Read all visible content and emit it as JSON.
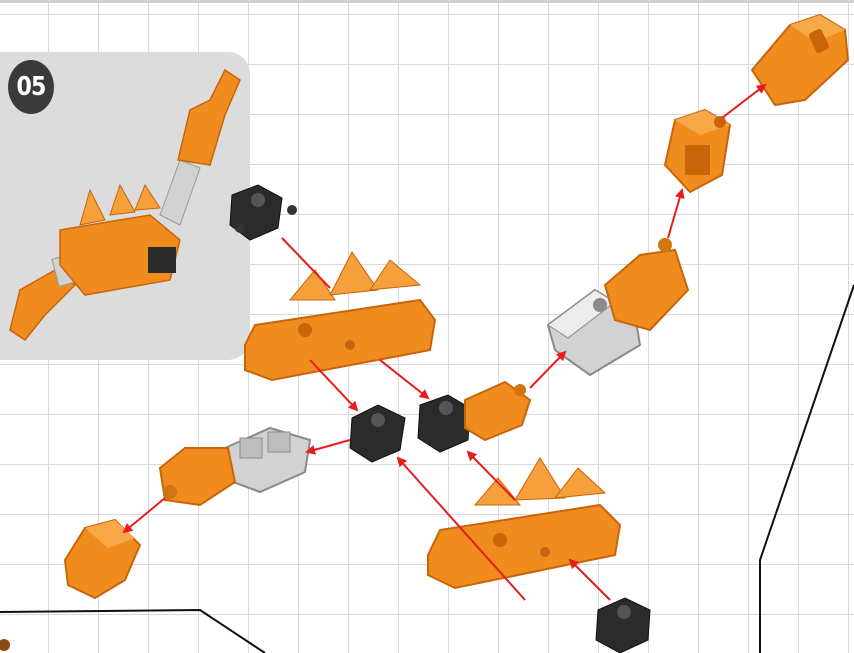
{
  "instruction": {
    "step_number": "05"
  },
  "colors": {
    "part_orange": "#f08c1e",
    "part_orange_dark": "#c8640a",
    "connector_black": "#2a2a2a",
    "part_gray": "#d2d2d2",
    "arrow_red": "#e81c1c",
    "grid_line": "#d9d9d9",
    "inset_background": "#dcdcdc"
  },
  "parts": [
    "hinge-block-top-right",
    "hinge-block-right-upper",
    "gray-connector-right",
    "hinge-arm-right",
    "cube-connector-black-1",
    "cube-connector-black-2",
    "cube-connector-black-top",
    "cube-connector-black-bottom",
    "triangular-fin-upper",
    "triangular-fin-lower",
    "gray-connector-left",
    "hinge-arm-left",
    "hinge-block-bottom-left"
  ]
}
